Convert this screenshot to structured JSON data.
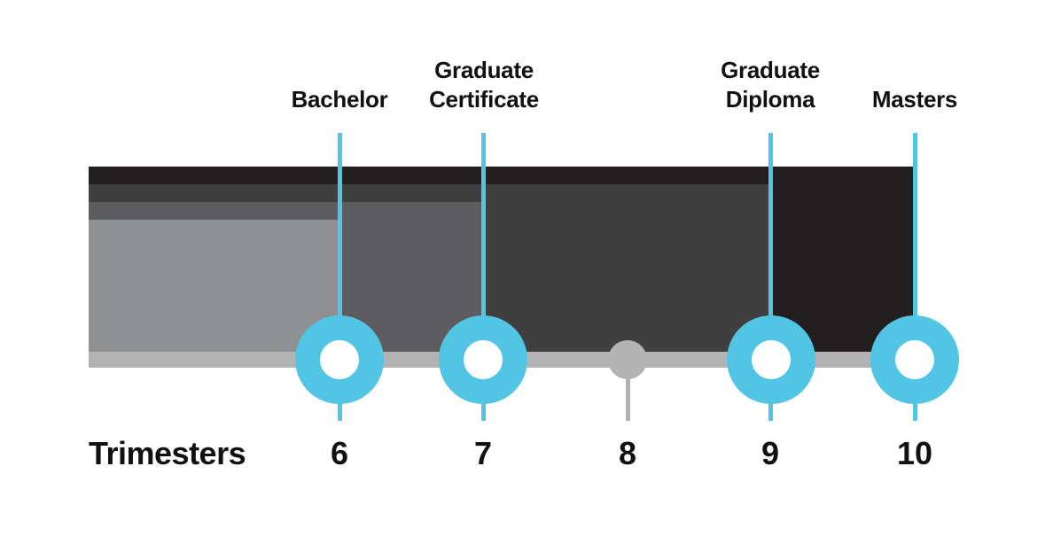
{
  "colors": {
    "accent": "#52c5e4",
    "baseline": "#b3b3b3",
    "band_1": "#231f20",
    "band_2": "#3f3f3f",
    "band_3": "#5d5d5f",
    "band_4": "#8f9092",
    "marker_grey": "#b3b3b3"
  },
  "axis": {
    "title": "Trimesters",
    "ticks": [
      "6",
      "7",
      "8",
      "9",
      "10"
    ]
  },
  "milestones": [
    {
      "label_lines": [
        "Bachelor"
      ],
      "trimesters": "6"
    },
    {
      "label_lines": [
        "Graduate",
        "Certificate"
      ],
      "trimesters": "7"
    },
    {
      "label_lines": [],
      "trimesters": "8"
    },
    {
      "label_lines": [
        "Graduate",
        "Diploma"
      ],
      "trimesters": "9"
    },
    {
      "label_lines": [
        "Masters"
      ],
      "trimesters": "10"
    }
  ],
  "labels": {
    "bachelor": "Bachelor",
    "grad_cert_1": "Graduate",
    "grad_cert_2": "Certificate",
    "grad_dip_1": "Graduate",
    "grad_dip_2": "Diploma",
    "masters": "Masters"
  }
}
